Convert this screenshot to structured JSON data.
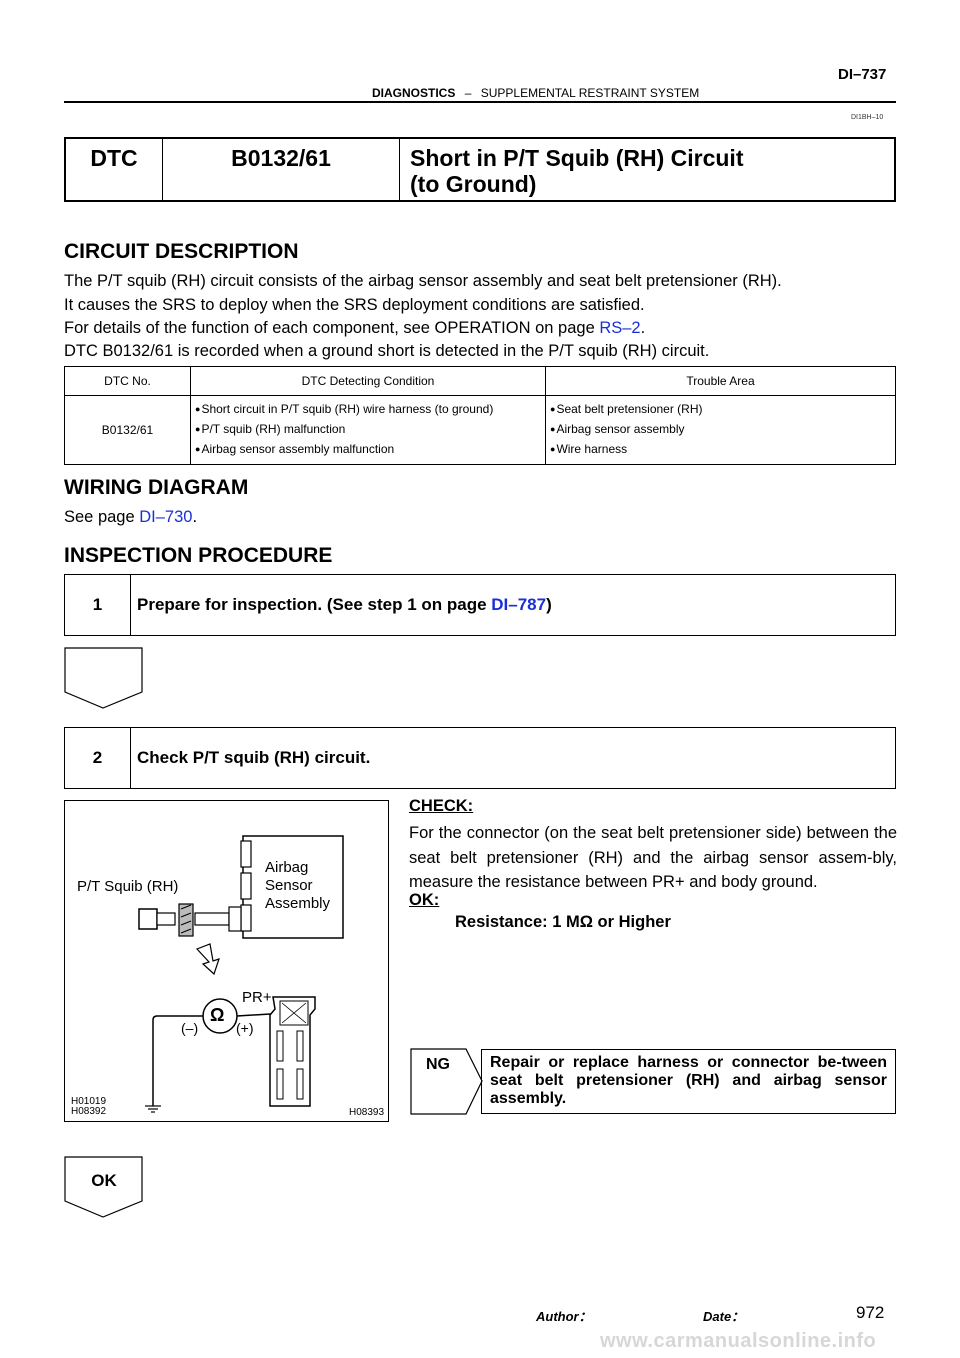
{
  "header": {
    "page_code": "DI–737",
    "section": "DIAGNOSTICS",
    "separator": "–",
    "subsection": "SUPPLEMENTAL RESTRAINT SYSTEM",
    "doc_id": "DI1BH–10"
  },
  "title_box": {
    "label": "DTC",
    "code": "B0132/61",
    "title_line1": "Short in P/T Squib (RH) Circuit",
    "title_line2": "(to Ground)"
  },
  "circuit_description": {
    "heading": "CIRCUIT DESCRIPTION",
    "line1": "The P/T squib (RH) circuit consists of the airbag sensor assembly and seat belt pretensioner (RH).",
    "line2": "It causes the SRS to deploy when the SRS deployment conditions are satisfied.",
    "line3_text": "For details of the function of each component, see OPERATION on page ",
    "line3_link": "RS–2",
    "line3_end": ".",
    "line4": "DTC B0132/61 is recorded when a ground short is detected in the P/T squib (RH) circuit."
  },
  "dtc_table": {
    "headers": [
      "DTC No.",
      "DTC Detecting Condition",
      "Trouble Area"
    ],
    "dtc_no": "B0132/61",
    "conditions": [
      "Short circuit in P/T squib (RH) wire harness (to ground)",
      "P/T squib (RH) malfunction",
      "Airbag sensor assembly malfunction"
    ],
    "areas": [
      "Seat belt pretensioner (RH)",
      "Airbag sensor assembly",
      "Wire harness"
    ]
  },
  "wiring_diagram": {
    "heading": "WIRING DIAGRAM",
    "text": "See page ",
    "link": "DI–730",
    "end": "."
  },
  "inspection": {
    "heading": "INSPECTION PROCEDURE",
    "step1": {
      "num": "1",
      "text": "Prepare for inspection. (See step 1 on page ",
      "link": "DI–787",
      "end": ")"
    },
    "step2": {
      "num": "2",
      "text": "Check P/T squib (RH) circuit."
    },
    "check_label": "CHECK:",
    "check_text": "For the connector (on the seat belt pretensioner side) between the seat belt pretensioner (RH) and the airbag sensor assem-bly, measure the resistance between PR+ and body ground.",
    "ok_label": "OK:",
    "ok_value": "Resistance: 1 MΩ or Higher",
    "ng_label": "NG",
    "ng_action": "Repair or replace harness or connector be-tween seat belt pretensioner (RH) and airbag sensor assembly.",
    "ok_arrow": "OK"
  },
  "figure": {
    "airbag_label": [
      "Airbag",
      "Sensor",
      "Assembly"
    ],
    "squib_label": "P/T Squib (RH)",
    "ohm": "Ω",
    "pr_plus": "PR+",
    "minus": "(–)",
    "plus": "(+)",
    "code1": "H01019",
    "code2": "H08392",
    "code3": "H08393"
  },
  "footer": {
    "author": "Author：",
    "date": "Date：",
    "page": "972",
    "watermark": "www.carmanualsonline.info"
  }
}
